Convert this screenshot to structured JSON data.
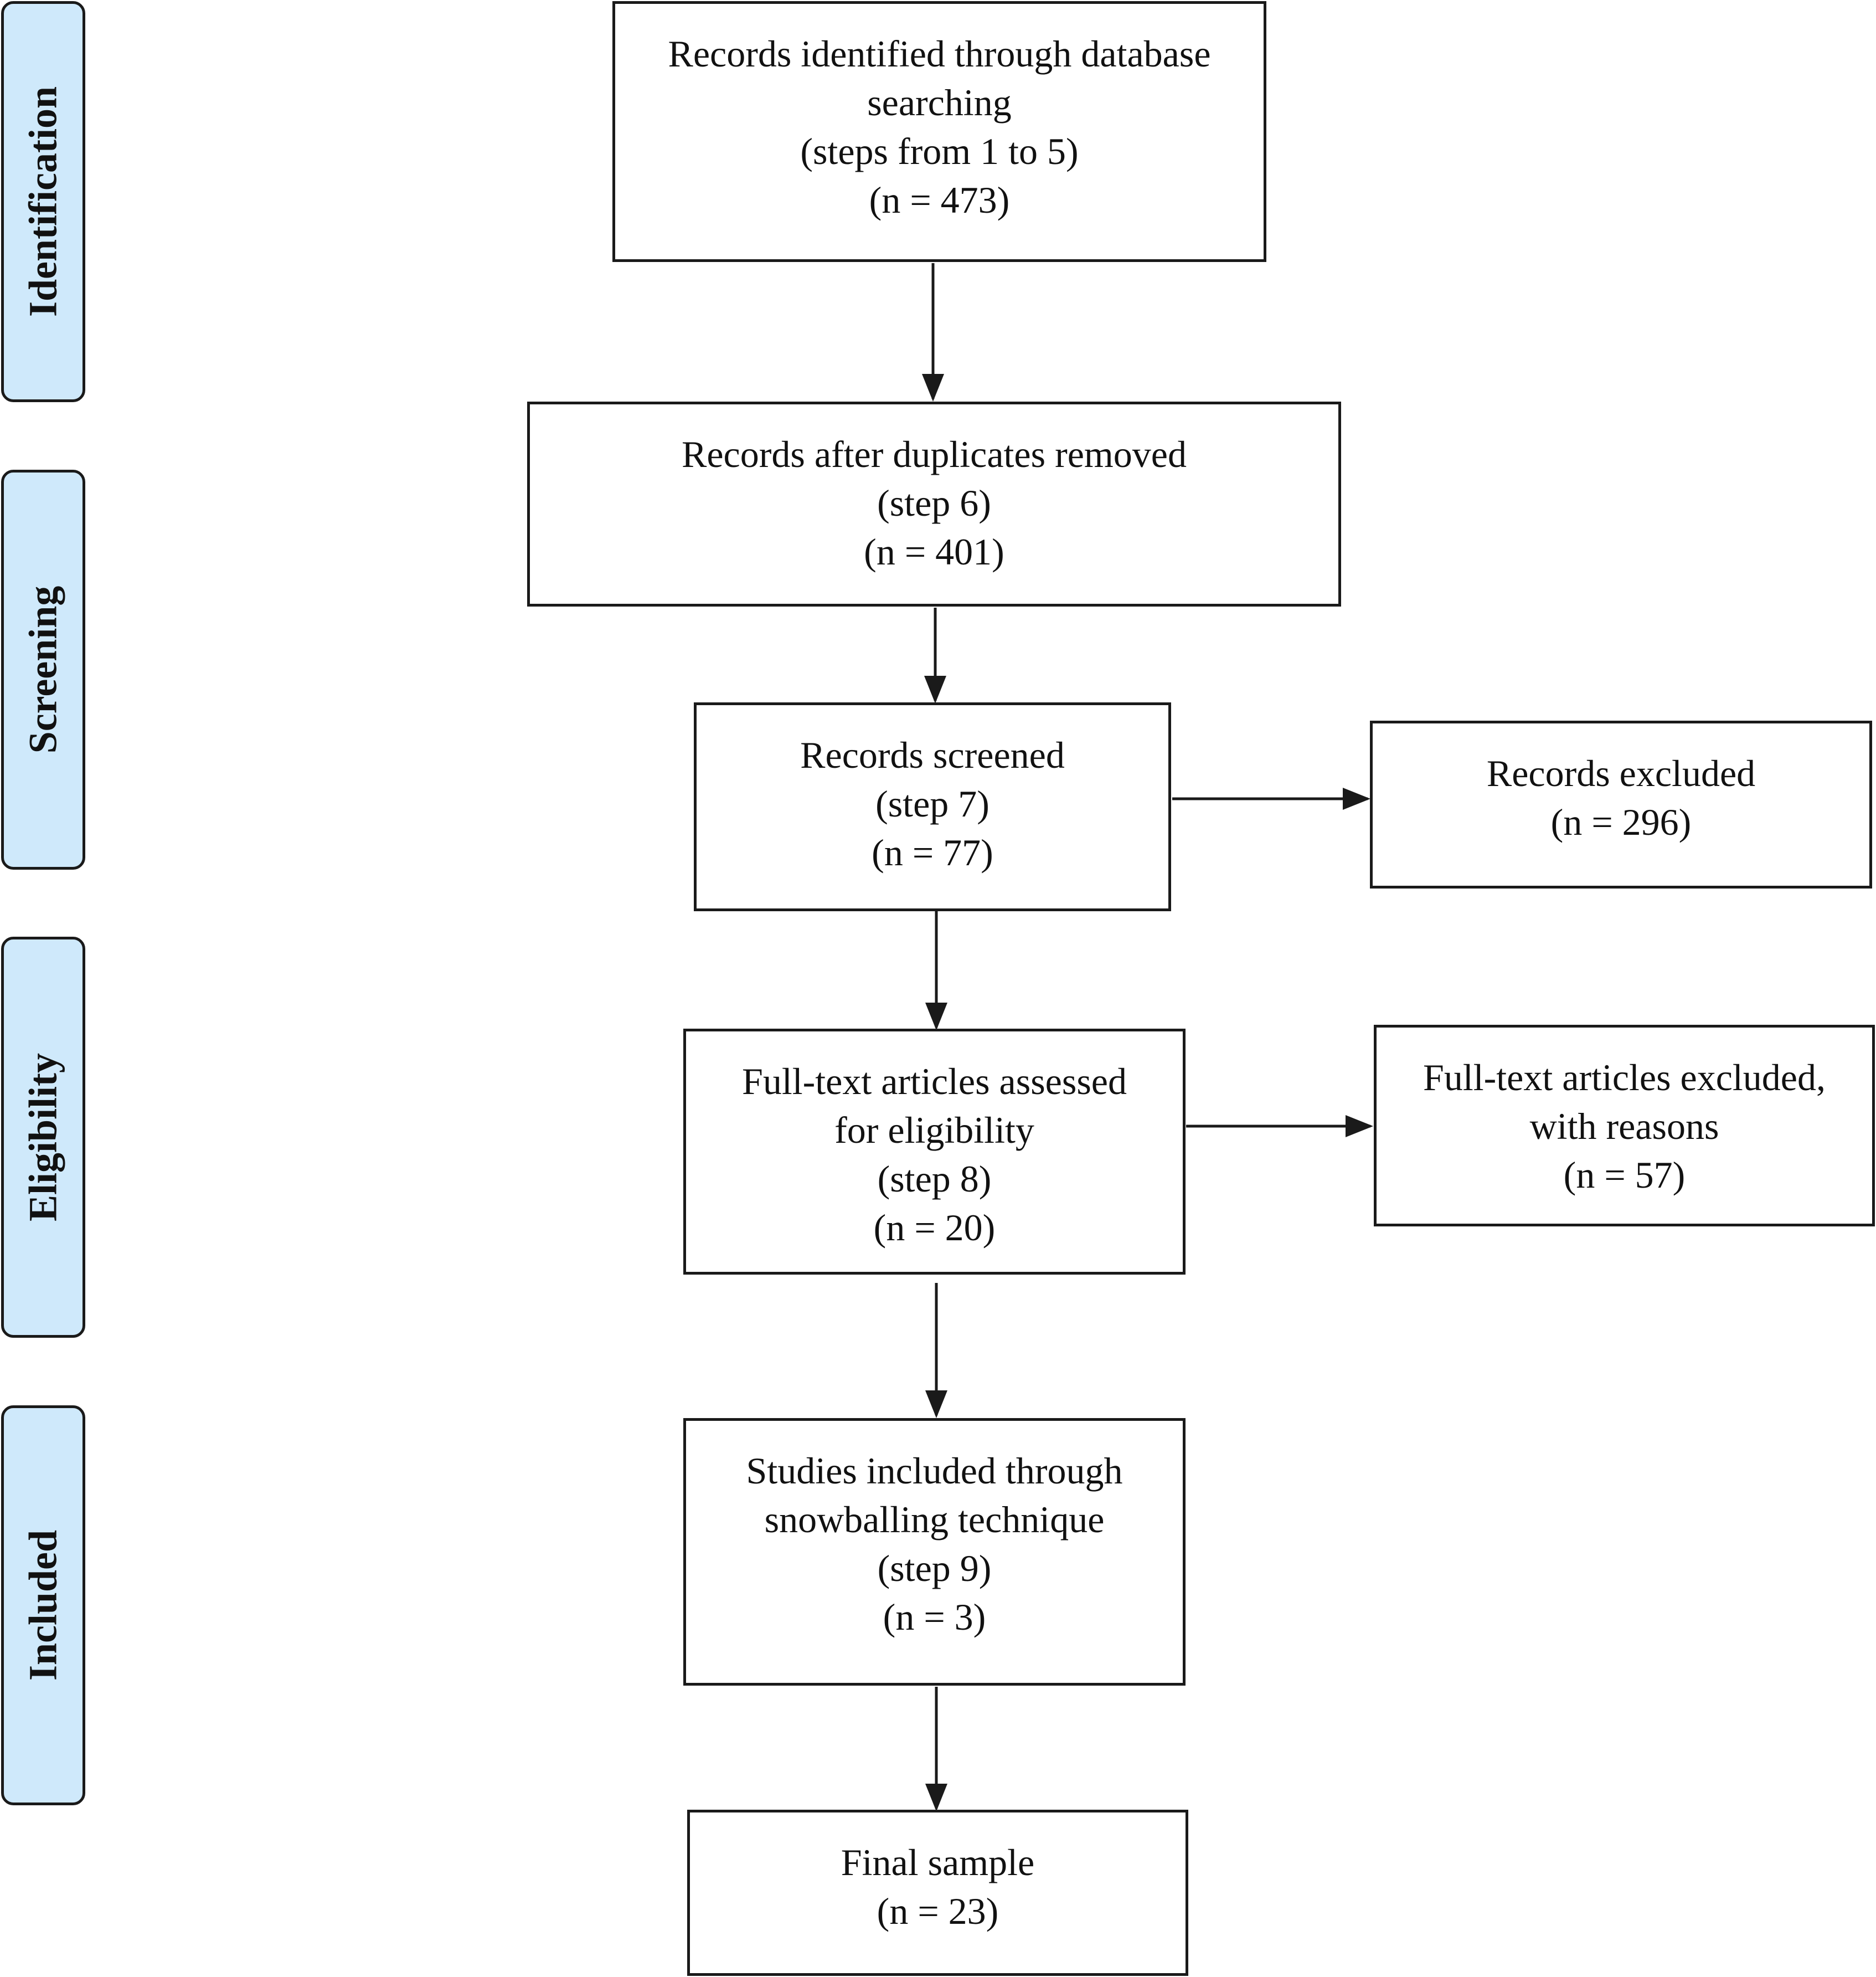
{
  "stages": [
    {
      "id": "identification",
      "label": "Identification"
    },
    {
      "id": "screening",
      "label": "Screening"
    },
    {
      "id": "eligibility",
      "label": "Eligibility"
    },
    {
      "id": "included",
      "label": "Included"
    }
  ],
  "boxes": {
    "database_search": {
      "lines": [
        "Records identified through database",
        "searching",
        "(steps from 1 to 5)",
        "(n = 473)"
      ]
    },
    "duplicates_removed": {
      "lines": [
        "Records after duplicates removed",
        "(step 6)",
        "(n = 401)"
      ]
    },
    "records_screened": {
      "lines": [
        "Records screened",
        "(step 7)",
        "(n = 77)"
      ]
    },
    "records_excluded": {
      "lines": [
        "Records excluded",
        "(n = 296)"
      ]
    },
    "fulltext_assessed": {
      "lines": [
        "Full-text articles assessed",
        "for eligibility",
        "(step 8)",
        "(n = 20)"
      ]
    },
    "fulltext_excluded": {
      "lines": [
        "Full-text articles excluded,",
        "with reasons",
        "(n = 57)"
      ]
    },
    "snowballing": {
      "lines": [
        "Studies included through",
        "snowballing technique",
        "(step 9)",
        "(n = 3)"
      ]
    },
    "final_sample": {
      "lines": [
        "Final sample",
        "(n = 23)"
      ]
    }
  },
  "colors": {
    "stage_fill": "#cfe9fb",
    "stroke": "#1a1a1a",
    "box_fill": "#ffffff"
  }
}
